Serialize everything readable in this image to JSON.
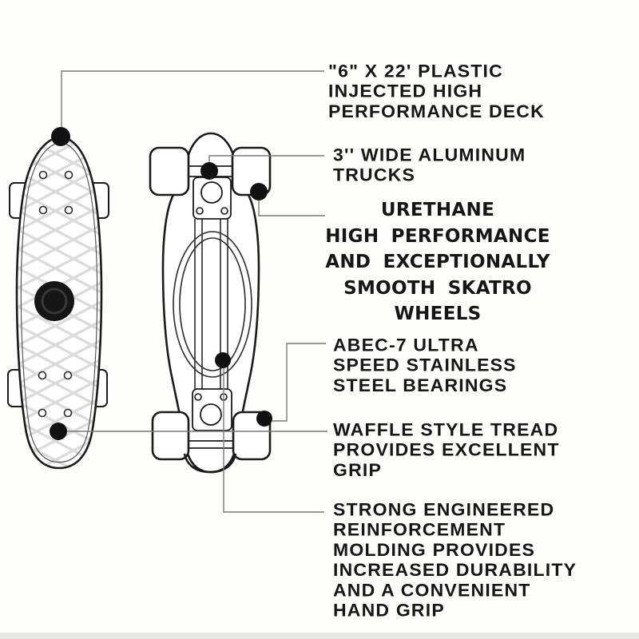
{
  "figure": {
    "type": "product-annotation-diagram",
    "product": "Skatro mini cruiser skateboard",
    "views": [
      "deck-top-view-with-waffle-tread",
      "deck-bottom-view-with-trucks"
    ]
  },
  "colors": {
    "background": "#fdfdfc",
    "ink": "#1b1b1b",
    "callout_line": "#7a7a78",
    "callout_dot": "#111111",
    "waffle_pattern": "#dcdcdc",
    "bottom_strip": "#e8e8e6"
  },
  "callouts": {
    "deck": "\"6\" X 22' PLASTIC\nINJECTED HIGH\nPERFORMANCE DECK",
    "trucks": "3'' WIDE ALUMINUM\nTRUCKS",
    "wheels": "URETHANE\nHIGH PERFORMANCE\nAND EXCEPTIONALLY\nSMOOTH SKATRO\nWHEELS",
    "bearings": "ABEC-7 ULTRA\nSPEED STAINLESS\nSTEEL BEARINGS",
    "tread": "WAFFLE STYLE TREAD\nPROVIDES EXCELLENT\nGRIP",
    "molding": "STRONG ENGINEERED\nREINFORCEMENT\nMOLDING PROVIDES\nINCREASED DURABILITY\nAND A CONVENIENT\nHAND GRIP"
  }
}
